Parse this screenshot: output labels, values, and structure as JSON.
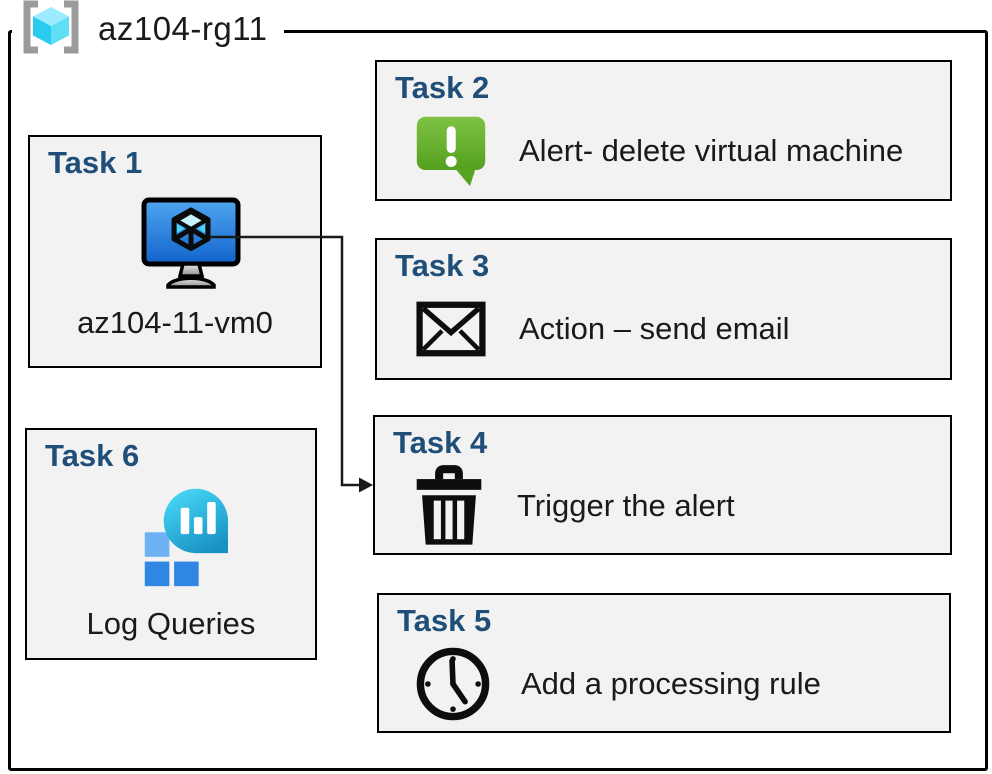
{
  "header": {
    "title": "az104-rg11",
    "icon": "resource-group-icon"
  },
  "tasks": {
    "task1": {
      "title": "Task 1",
      "label": "az104-11-vm0",
      "icon": "virtual-machine-icon"
    },
    "task2": {
      "title": "Task 2",
      "label": "Alert- delete virtual machine",
      "icon": "alert-message-icon"
    },
    "task3": {
      "title": "Task 3",
      "label": "Action – send email",
      "icon": "email-envelope-icon"
    },
    "task4": {
      "title": "Task 4",
      "label": "Trigger the alert",
      "icon": "trash-icon"
    },
    "task5": {
      "title": "Task 5",
      "label": "Add a processing rule",
      "icon": "clock-icon"
    },
    "task6": {
      "title": "Task 6",
      "label": "Log Queries",
      "icon": "log-queries-icon"
    }
  },
  "connector": {
    "from": "task1-virtual-machine",
    "to": "task4"
  },
  "colors": {
    "title_blue": "#1F4E79",
    "box_fill": "#F2F2F2",
    "box_border": "#000000",
    "alert_green_light": "#7FC244",
    "alert_green_dark": "#55A01E",
    "monitor_blue_light": "#4FA6F0",
    "monitor_blue_dark": "#1263CC",
    "cube_cyan_top": "#9CEBFF",
    "cube_cyan_left": "#29CCEF",
    "cube_cyan_right": "#5FDFF5",
    "bracket_gray": "#9B9B9B",
    "log_teal_light": "#48D8F6",
    "log_teal_dark": "#1791C3",
    "log_square_light": "#6FB2F3",
    "log_square_dark": "#2F86E3"
  }
}
